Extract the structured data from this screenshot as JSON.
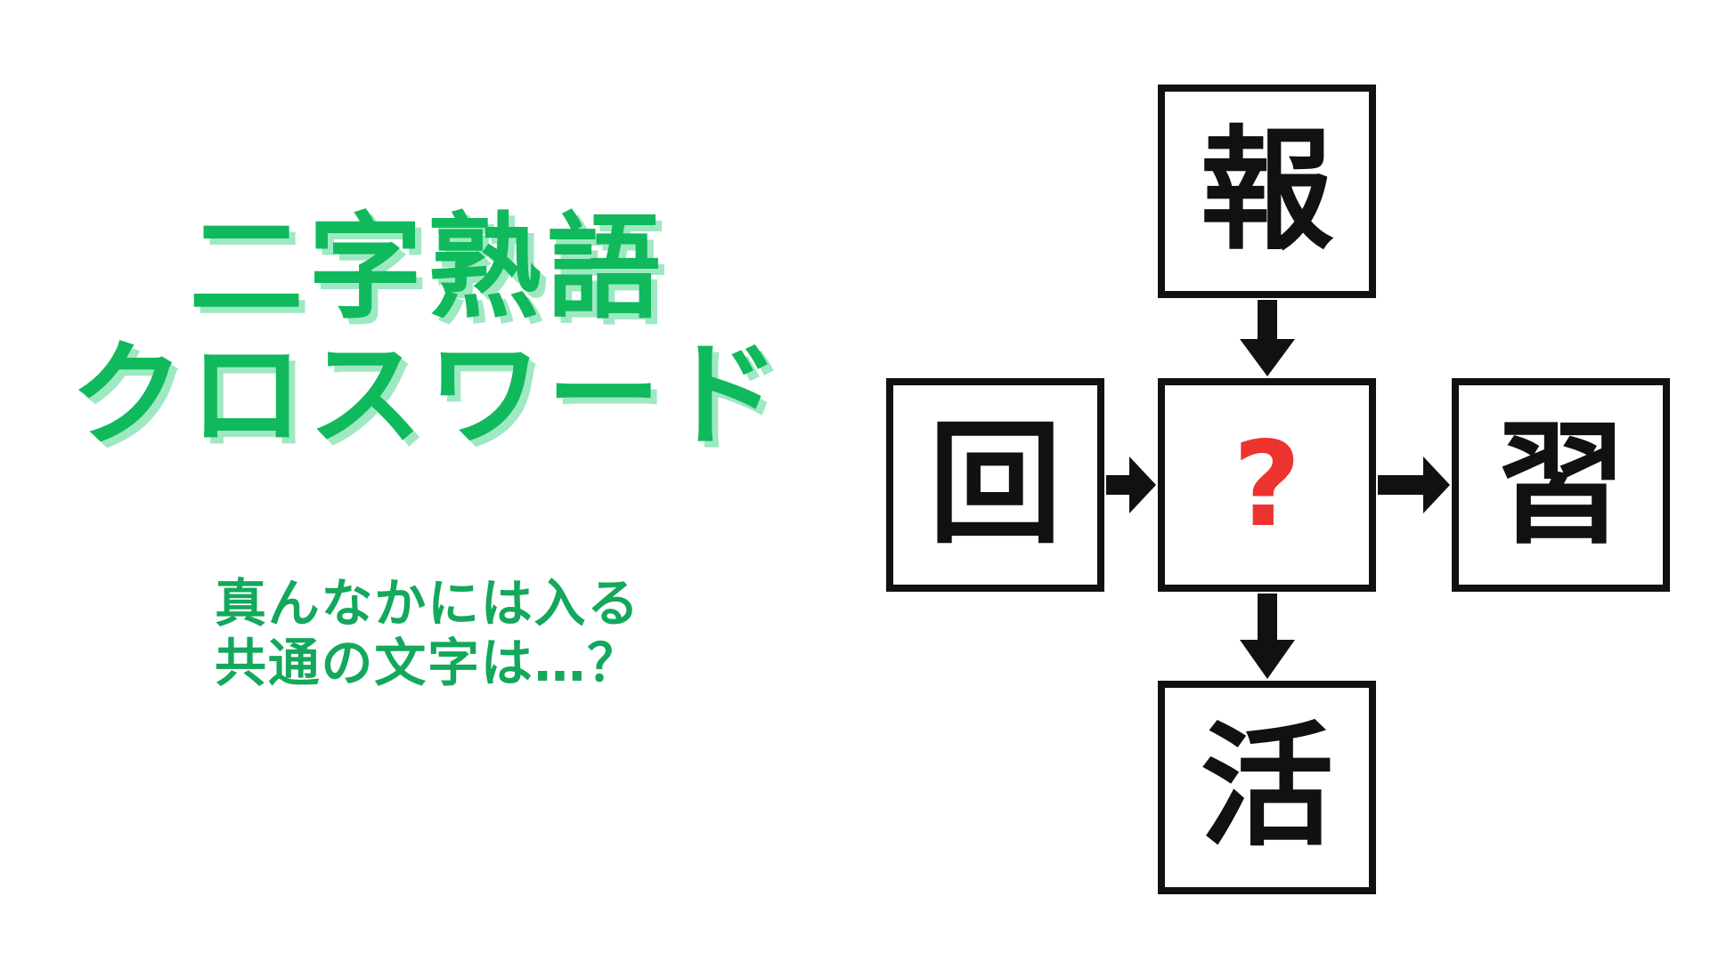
{
  "background_color": "#FFFFFF",
  "theme": {
    "green": "#0FB95C",
    "green_shadow": "#9EE8C2",
    "subtitle_green": "#13A85B",
    "ink": "#111111",
    "accent_red": "#ED3330"
  },
  "title": {
    "line1": "二字熟語",
    "line2": "クロスワード"
  },
  "subtitle": {
    "line1": "真んなかには入る",
    "line2": "共通の文字は…？"
  },
  "puzzle": {
    "cells": {
      "top": {
        "label": "報",
        "position": "top"
      },
      "left": {
        "label": "回",
        "position": "left"
      },
      "center": {
        "label": "?",
        "position": "center"
      },
      "right": {
        "label": "習",
        "position": "right"
      },
      "bottom": {
        "label": "活",
        "position": "bottom"
      }
    },
    "arrows": [
      {
        "name": "top-to-center",
        "direction": "down"
      },
      {
        "name": "left-to-center",
        "direction": "right"
      },
      {
        "name": "center-to-right",
        "direction": "right"
      },
      {
        "name": "center-to-bottom",
        "direction": "down"
      }
    ]
  }
}
